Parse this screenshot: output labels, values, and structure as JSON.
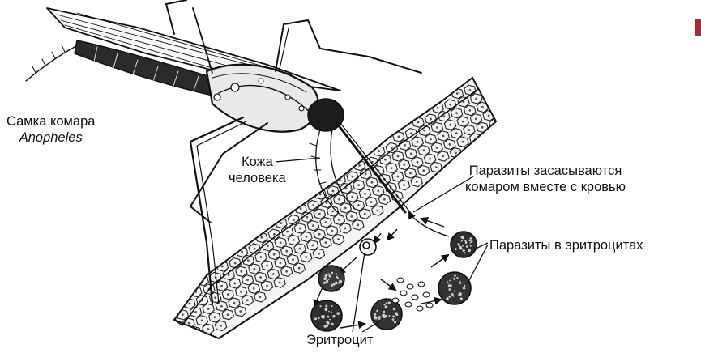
{
  "labels": {
    "mosquito": {
      "line1": "Самка комара",
      "line2": "Anopheles"
    },
    "skin": {
      "line1": "Кожа",
      "line2": "человека"
    },
    "parasites_sucked": {
      "line1": "Паразиты засасываются",
      "line2": "комаром вместе с кровью"
    },
    "parasites_in_rbc": "Паразиты в эритроцитах",
    "erythrocyte": "Эритроцит"
  },
  "colors": {
    "ink": "#111111",
    "skin_fill": "#f4f4f4",
    "edge_mark": "#c0202a"
  },
  "icons": [
    "mosquito-icon",
    "skin-tissue-icon",
    "red-blood-cell-icon",
    "merozoite-icon"
  ]
}
